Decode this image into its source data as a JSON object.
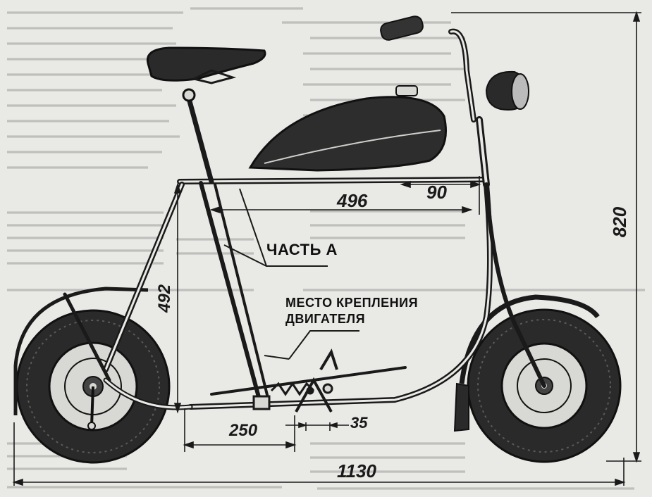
{
  "labels": {
    "part_a": "ЧАСТЬ А",
    "mount_line1": "МЕСТО КРЕПЛЕНИЯ",
    "mount_line2": "ДВИГАТЕЛЯ"
  },
  "dimensions": {
    "overall_length": "1130",
    "overall_height": "820",
    "top_tube": "496",
    "steering_offset": "90",
    "seat_height": "492",
    "lower_section": "250",
    "gap": "35"
  },
  "colors": {
    "ink": "#1a1a1a",
    "paper": "#e9e9e6",
    "tire": "#2a2a2a",
    "background_text": "#8e8e8a"
  }
}
